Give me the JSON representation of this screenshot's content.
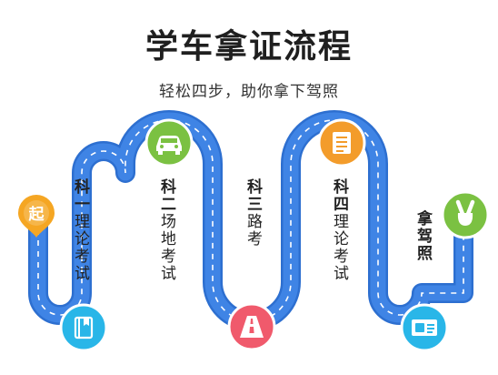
{
  "header": {
    "title": "学车拿证流程",
    "subtitle": "轻松四步，助你拿下驾照"
  },
  "steps": [
    {
      "bold": "科一",
      "rest": "理论考试"
    },
    {
      "bold": "科二",
      "rest": "场地考试"
    },
    {
      "bold": "科三",
      "rest": "路考"
    },
    {
      "bold": "科四",
      "rest": "理论考试"
    },
    {
      "bold": "拿驾照",
      "rest": ""
    }
  ],
  "markers": {
    "start": {
      "label": "起",
      "icon": "start-pin-icon",
      "color": "#f5a623"
    },
    "book": {
      "icon": "book-icon",
      "color": "#29b6e8"
    },
    "car": {
      "icon": "car-icon",
      "color": "#7bc142"
    },
    "road": {
      "icon": "road-icon",
      "color": "#f05a6c"
    },
    "document": {
      "icon": "document-icon",
      "color": "#f39c2b"
    },
    "license": {
      "icon": "license-card-icon",
      "color": "#29b6e8"
    },
    "victory": {
      "icon": "victory-hand-icon",
      "color": "#7bc142"
    }
  },
  "colors": {
    "road_blue": "#3f84e5",
    "road_edge": "#2d6fd0",
    "lane_dash": "#ffffff"
  }
}
